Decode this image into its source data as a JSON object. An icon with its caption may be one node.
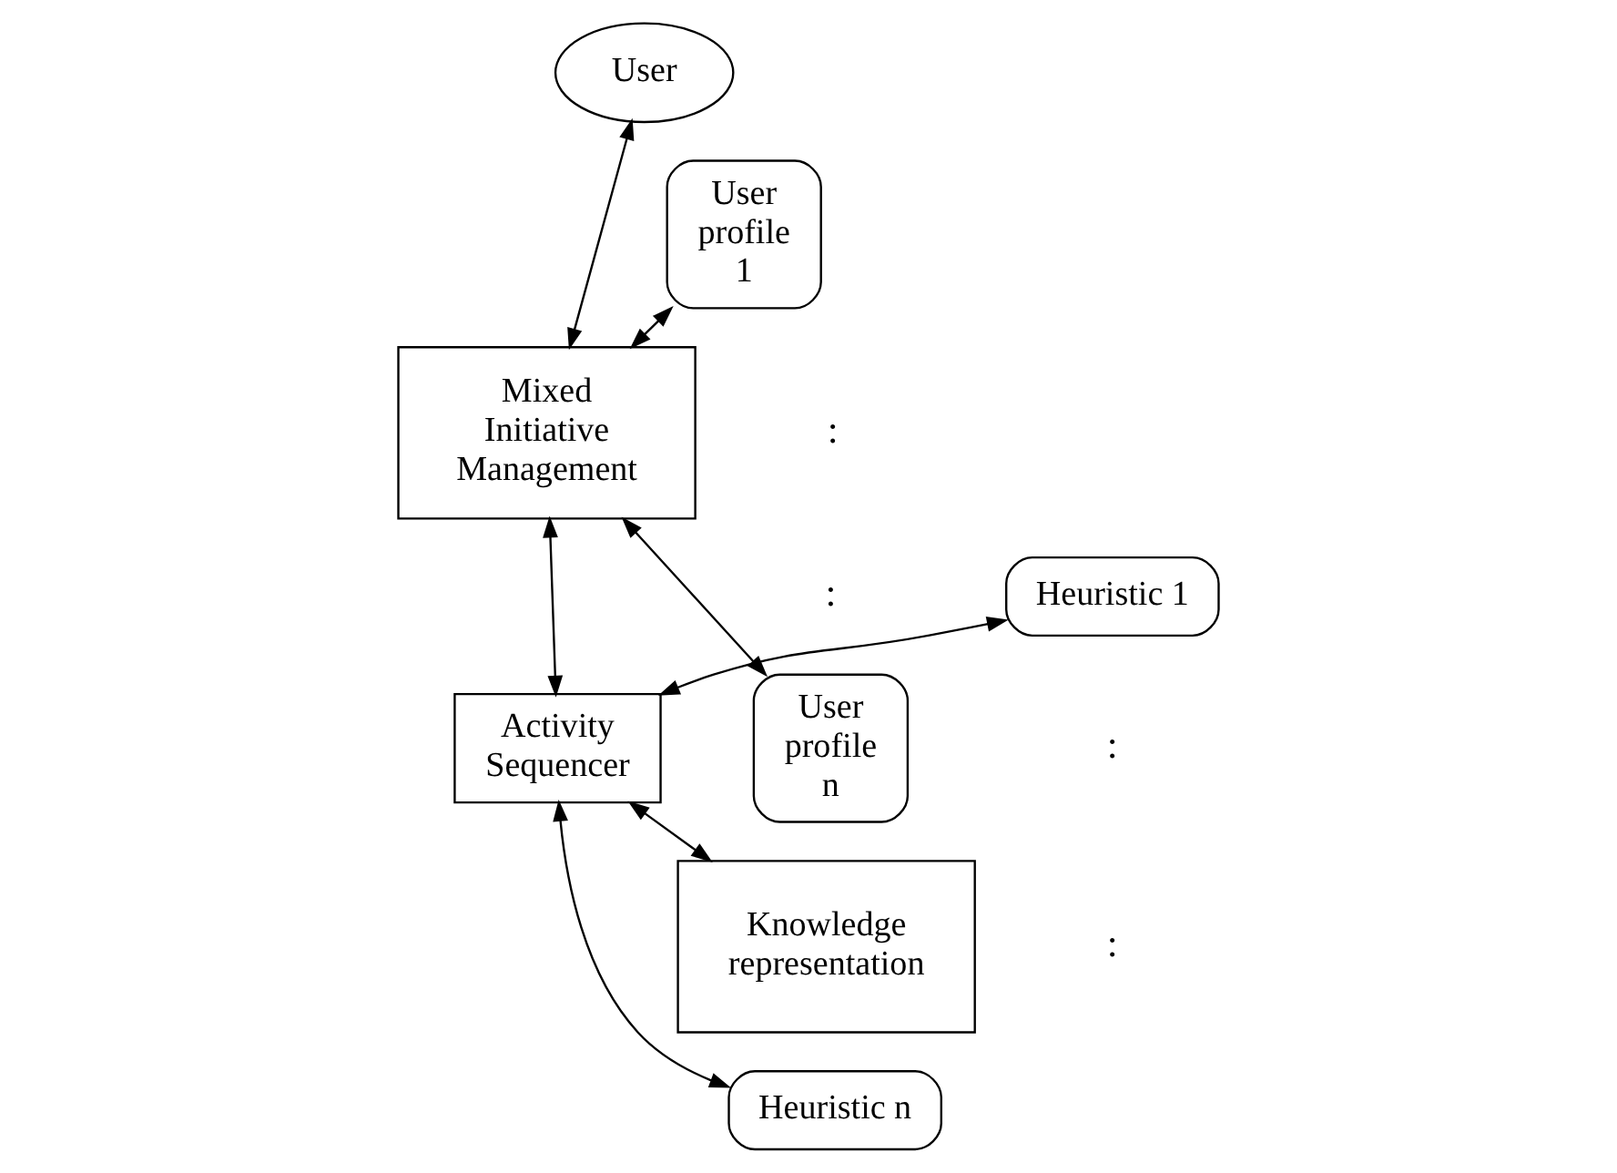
{
  "diagram": {
    "nodes": [
      {
        "text": [
          "User"
        ]
      },
      {
        "text": [
          "User profile 1"
        ]
      },
      {
        "text": [
          "User profile n"
        ]
      },
      {
        "text": [
          "Mixed Initiative Management"
        ]
      },
      {
        "text": [
          "Heuristic 1"
        ]
      },
      {
        "text": [
          "Activity Sequencer"
        ]
      },
      {
        "text": [
          "Heuristic n"
        ]
      },
      {
        "text": [
          "Knowledge representation"
        ]
      }
    ],
    "edges": [
      {
        "from": 0,
        "to": 3,
        "arrow": "both"
      },
      {
        "from": 1,
        "to": 3,
        "arrow": "both"
      },
      {
        "from": 2,
        "to": 3,
        "arrow": "both"
      },
      {
        "from": 3,
        "to": 5,
        "arrow": "both"
      },
      {
        "from": 5,
        "to": 4,
        "arrow": "both"
      },
      {
        "from": 5,
        "to": 6,
        "arrow": "both"
      },
      {
        "from": 5,
        "to": 7,
        "arrow": "both"
      }
    ],
    "labels": [
      ":",
      ":",
      ":",
      ":"
    ]
  }
}
